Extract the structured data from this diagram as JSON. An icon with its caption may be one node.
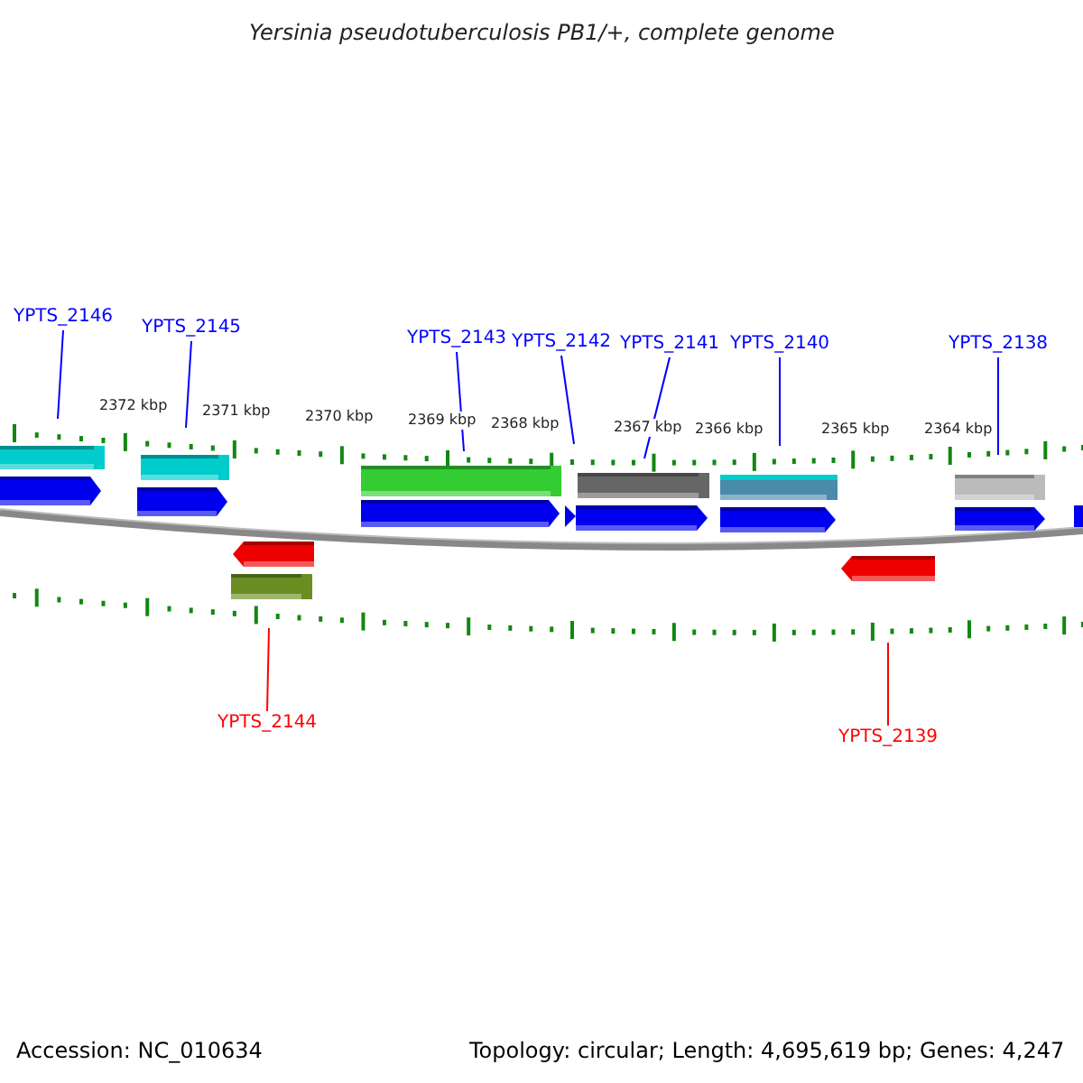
{
  "diagram": {
    "title": "Yersinia pseudotuberculosis PB1/+, complete genome",
    "nodes": [
      {
        "text": [
          "YPTS_2146"
        ]
      },
      {
        "text": [
          "YPTS_2145"
        ]
      },
      {
        "text": [
          "YPTS_2143"
        ]
      },
      {
        "text": [
          "YPTS_2142"
        ]
      },
      {
        "text": [
          "YPTS_2141"
        ]
      },
      {
        "text": [
          "YPTS_2140"
        ]
      },
      {
        "text": [
          "YPTS_2138"
        ]
      },
      {
        "text": [
          "YPTS_2144"
        ]
      },
      {
        "text": [
          "YPTS_2139"
        ]
      }
    ],
    "edges": [
      {
        "from": 0,
        "to": null,
        "arrow": "none"
      },
      {
        "from": 1,
        "to": null,
        "arrow": "none"
      },
      {
        "from": 2,
        "to": null,
        "arrow": "none"
      },
      {
        "from": 3,
        "to": null,
        "arrow": "none"
      },
      {
        "from": 4,
        "to": null,
        "arrow": "none"
      },
      {
        "from": 5,
        "to": null,
        "arrow": "none"
      },
      {
        "from": 6,
        "to": null,
        "arrow": "none"
      },
      {
        "from": 7,
        "to": null,
        "arrow": "none",
        "color": "#ff0000"
      },
      {
        "from": 8,
        "to": null,
        "arrow": "none",
        "color": "#ff0000"
      }
    ],
    "labels": [
      "2372 kbp",
      "2371 kbp",
      "2370 kbp",
      "2369 kbp",
      "2368 kbp",
      "2367 kbp",
      "2366 kbp",
      "2365 kbp",
      "2364 kbp",
      "Accession: NC_010634",
      "Topology: circular; Length: 4,695,619 bp; Genes: 4,247"
    ]
  }
}
